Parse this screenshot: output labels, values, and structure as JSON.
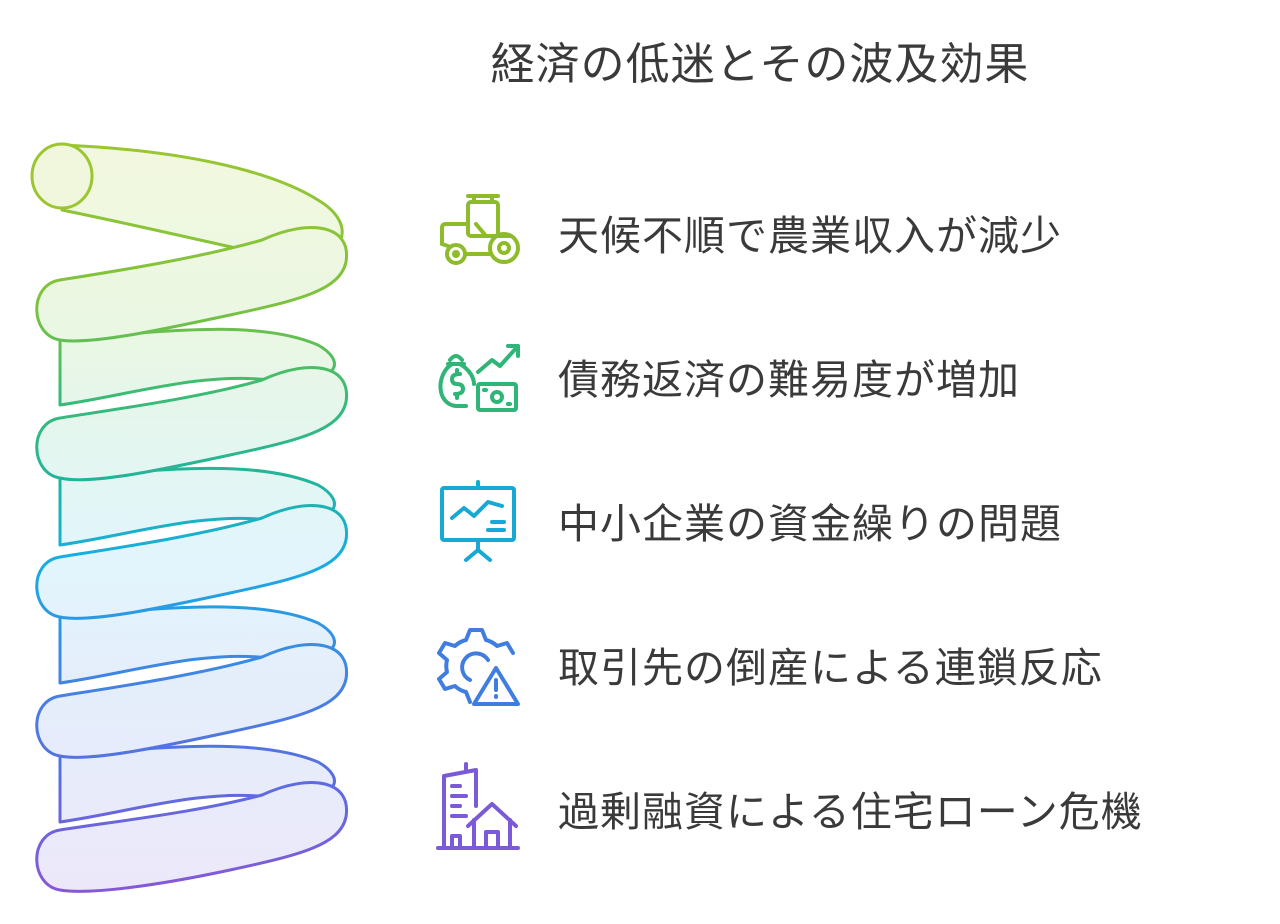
{
  "title": "経済の低迷とその波及効果",
  "items": [
    {
      "label": "天候不順で農業収入が減少",
      "icon": "tractor-icon",
      "color": "#8dbb2a"
    },
    {
      "label": "債務返済の難易度が増加",
      "icon": "money-growth-icon",
      "color": "#2fb577"
    },
    {
      "label": "中小企業の資金繰りの問題",
      "icon": "presentation-chart-icon",
      "color": "#16a9d6"
    },
    {
      "label": "取引先の倒産による連鎖反応",
      "icon": "gear-warning-icon",
      "color": "#3f7ee0"
    },
    {
      "label": "過剰融資による住宅ローン危機",
      "icon": "buildings-house-icon",
      "color": "#7a5ad8"
    }
  ]
}
